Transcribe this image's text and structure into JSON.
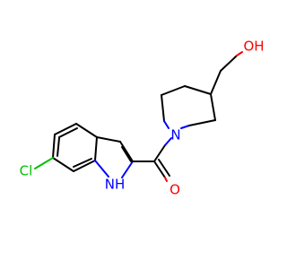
{
  "molecule": {
    "atoms": {
      "cl": "Cl",
      "nh": "NH",
      "n": "N",
      "o": "O",
      "oh": "OH"
    },
    "colors": {
      "carbon_bond": "#000000",
      "oxygen": "#ff0000",
      "nitrogen": "#0000ff",
      "chlorine": "#00c000",
      "background": "#ffffff"
    }
  }
}
